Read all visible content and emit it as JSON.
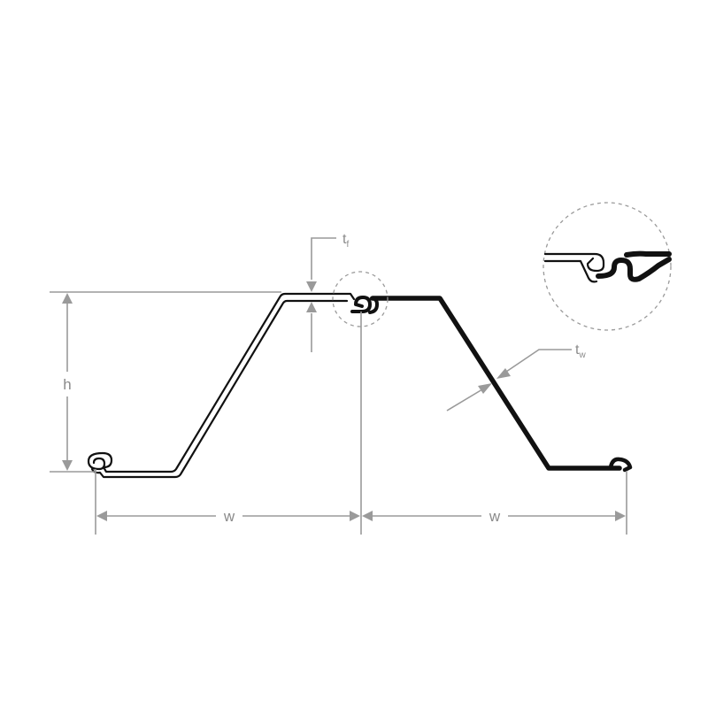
{
  "labels": {
    "height": "h",
    "width_left": "w",
    "width_right": "w",
    "flange_thickness_base": "t",
    "flange_thickness_sub": "f",
    "web_thickness_base": "t",
    "web_thickness_sub": "w"
  },
  "colors": {
    "profile": "#111111",
    "dimension": "#9a9a9a",
    "background": "#ffffff"
  }
}
